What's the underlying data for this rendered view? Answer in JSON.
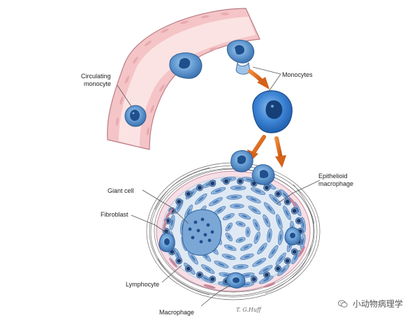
{
  "diagram": {
    "labels": {
      "circulating_monocyte_line1": "Circulating",
      "circulating_monocyte_line2": "monocyte",
      "monocytes": "Monocytes",
      "epithelioid_line1": "Epithelioid",
      "epithelioid_line2": "macrophage",
      "giant_cell": "Giant cell",
      "fibroblast": "Fibroblast",
      "lymphocyte": "Lymphocyte",
      "macrophage": "Macrophage",
      "signature": "T. G.Huff"
    },
    "colors": {
      "vessel_wall": "#f6c9c9",
      "vessel_lumen": "#fbe6e6",
      "cell_body": "#5f97cf",
      "cell_nucleus": "#1f4f8c",
      "arrow": "#e06a1a",
      "granuloma_fill": "#fbeff2",
      "fibro_ring": "#d9a6b5"
    }
  },
  "watermark": {
    "text": "小动物病理学",
    "icon": "wechat-icon"
  }
}
